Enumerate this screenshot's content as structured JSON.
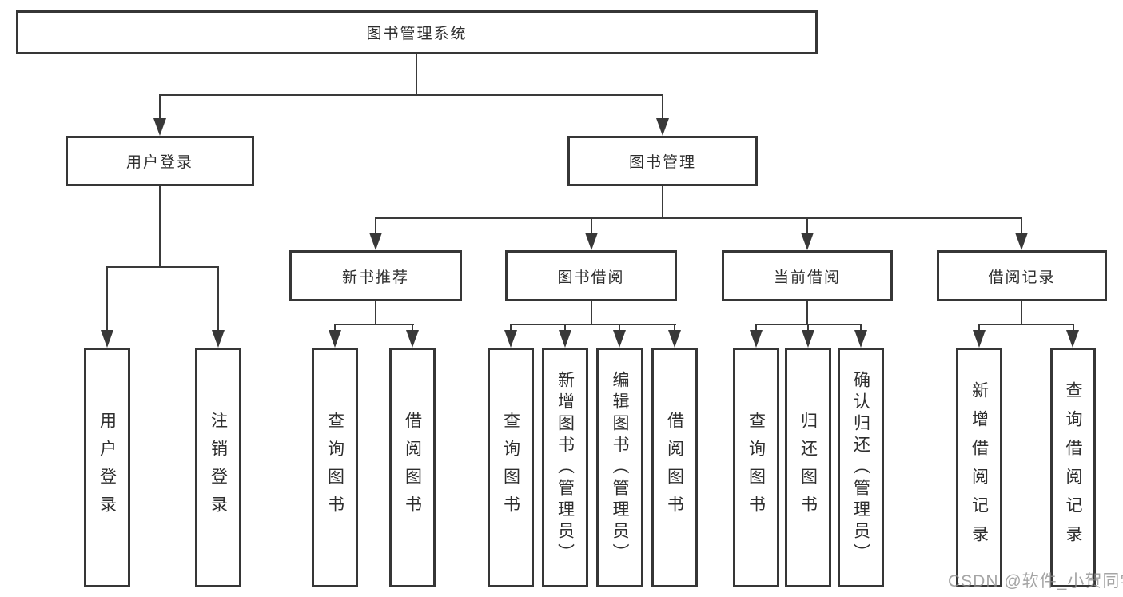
{
  "tree": {
    "root": "图书管理系统",
    "user_login": {
      "label": "用户登录",
      "children": [
        "用户登录",
        "注销登录"
      ]
    },
    "book_mgmt": {
      "label": "图书管理",
      "sections": {
        "new_book_rec": {
          "label": "新书推荐",
          "children": [
            "查询图书",
            "借阅图书"
          ]
        },
        "book_borrow": {
          "label": "图书借阅",
          "children": [
            "查询图书",
            "新增图书（管理员）",
            "编辑图书（管理员）",
            "借阅图书"
          ]
        },
        "current_borrow": {
          "label": "当前借阅",
          "children": [
            "查询图书",
            "归还图书",
            "确认归还（管理员）"
          ]
        },
        "borrow_record": {
          "label": "借阅记录",
          "children": [
            "新增借阅记录",
            "查询借阅记录"
          ]
        }
      }
    }
  },
  "watermark": "CSDN @软件_小贺同学",
  "colors": {
    "line": "#3a3a3a",
    "box_border": "#363636",
    "text": "#2e2e2e",
    "watermark": "#8c8c8c"
  }
}
